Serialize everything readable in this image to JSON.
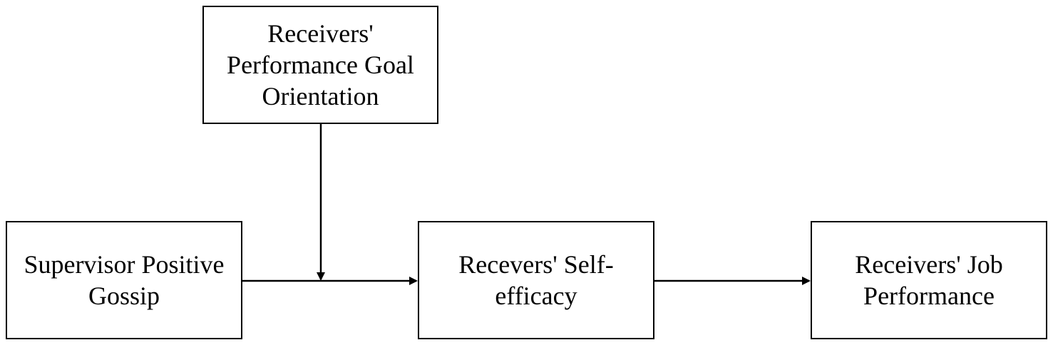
{
  "nodes": {
    "moderator": {
      "lines": [
        "Receivers'",
        "Performance Goal",
        "Orientation"
      ]
    },
    "gossip": {
      "lines": [
        "Supervisor Positive",
        "Gossip"
      ]
    },
    "efficacy": {
      "lines": [
        "Recevers' Self-",
        "efficacy"
      ]
    },
    "performance": {
      "lines": [
        "Receivers' Job",
        "Performance"
      ]
    }
  },
  "edges": [
    {
      "from": "gossip",
      "to": "efficacy"
    },
    {
      "from": "efficacy",
      "to": "performance"
    },
    {
      "from": "moderator",
      "to": "gossip-efficacy-path"
    }
  ],
  "colors": {
    "stroke": "#000000",
    "background": "#ffffff"
  }
}
